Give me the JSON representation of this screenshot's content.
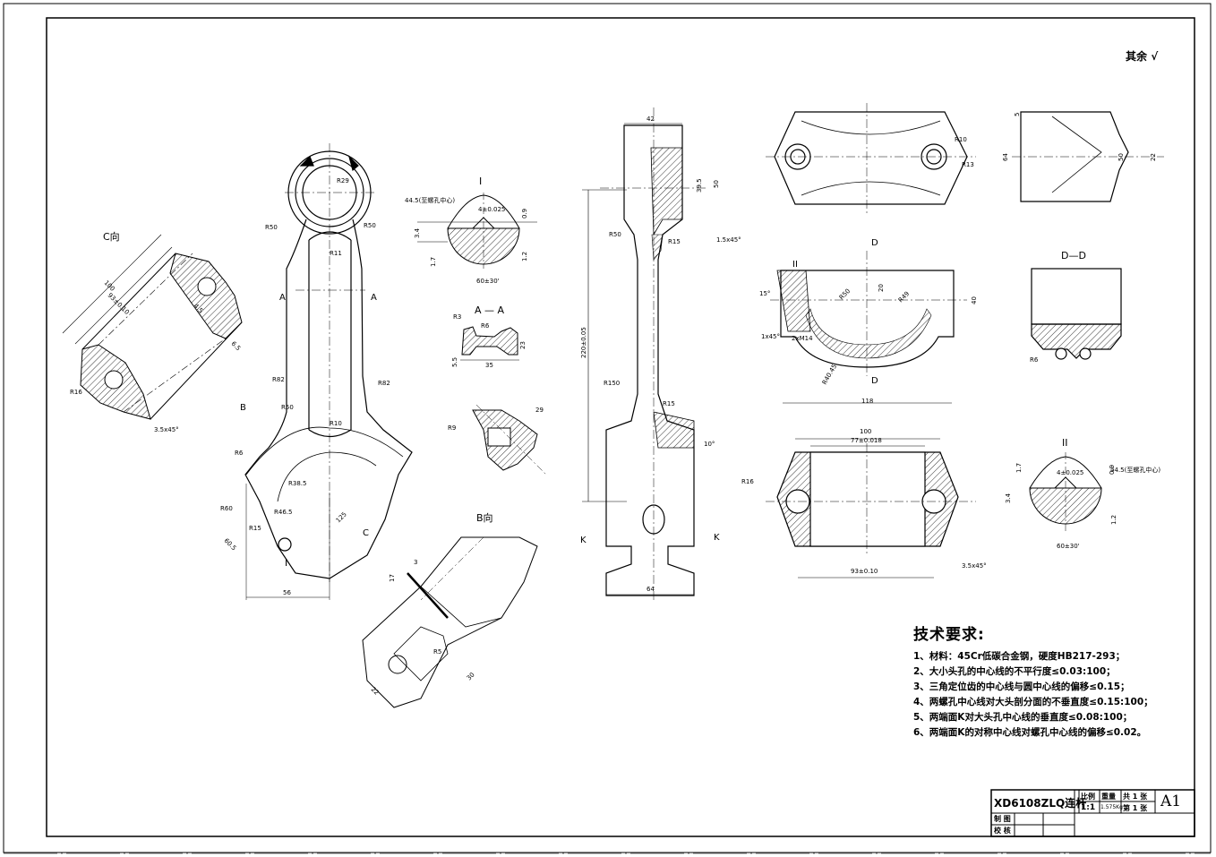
{
  "roughness_note": "其余",
  "tech_requirements": {
    "title": "技术要求:",
    "items": [
      "1、材料：45Cr低碳合金钢，硬度HB217-293；",
      "2、大小头孔的中心线的不平行度≤0.03:100；",
      "3、三角定位齿的中心线与圆中心线的偏移≤0.15；",
      "4、两螺孔中心线对大头剖分面的不垂直度≤0.15:100；",
      "5、两端面K对大头孔中心线的垂直度≤0.08:100；",
      "6、两端面K的对称中心线对螺孔中心线的偏移≤0.02。"
    ]
  },
  "title_block": {
    "drawing_name": "XD6108ZLQ连杆",
    "scale_label": "比例",
    "scale": "1:1",
    "weight_label": "重量",
    "weight": "1.575Kg",
    "sheets_total": "共 1 张",
    "sheet_no": "第 1 张",
    "size": "A1",
    "drawn_label": "制 图",
    "checked_label": "校 核"
  },
  "view_labels": {
    "c_view": "C向",
    "b_view": "B向",
    "detail_I": "I",
    "section_AA": "A — A",
    "section_DD": "D—D",
    "detail_II": "II",
    "label_D": "D",
    "label_K": "K",
    "label_A": "A",
    "label_B": "B",
    "label_C": "C",
    "label_II": "II"
  },
  "dimensions": {
    "w42": "42",
    "d50": "50",
    "d395": "39.5",
    "r50a": "R50",
    "r15a": "R15",
    "c15": "1.5x45°",
    "l220": "220±0.05",
    "r150": "R150",
    "r15b": "R15",
    "a10": "10°",
    "w64": "64",
    "r29": "R29",
    "r50b": "R50",
    "r50c": "R50",
    "r11": "R11",
    "r82a": "R82",
    "r82b": "R82",
    "r50d": "R50",
    "r10": "R10",
    "r6": "R6",
    "r385": "R38.5",
    "r60": "R60",
    "r465": "R46.5",
    "r15c": "R15",
    "d125": "125",
    "d605": "60.5",
    "d56": "56",
    "l100c": "100",
    "d93c": "93±0.10",
    "r16c": "R16",
    "c35c": "3.5x45°",
    "d45": "4.5",
    "d65": "6.5",
    "d445a": "44.5(至螺孔中心)",
    "d4a": "4±0.025",
    "d09": "0.9",
    "d34": "3.4",
    "d17": "1.7",
    "d12": "1.2",
    "a60a": "60±30'",
    "r3": "R3",
    "r6b": "R6",
    "d23": "23",
    "d55": "5.5",
    "d35": "35",
    "r9": "R9",
    "d29": "29",
    "b3": "3",
    "b17": "17",
    "r5": "R5",
    "b22": "22",
    "b30": "30",
    "r10t": "R10",
    "r13t": "R13",
    "d64t": "64",
    "d22t": "22",
    "d5t": "5",
    "d50t": "50",
    "d20m": "20",
    "r50m": "R50",
    "r49m": "R49",
    "d40m": "40",
    "r4045": "R40.45",
    "d118": "118",
    "m14": "2xM14",
    "c1": "1x45°",
    "a15": "15°",
    "r6d": "R6",
    "d100b": "100",
    "d77": "77±0.018",
    "r16b": "R16",
    "d93b": "93±0.10",
    "c35b": "3.5x45°",
    "d4b": "4±0.025",
    "d445b": "44.5(至螺孔中心)",
    "d34b": "3.4",
    "d17b": "1.7",
    "d09b": "0.9",
    "d12b": "1.2",
    "a60b": "60±30'"
  }
}
